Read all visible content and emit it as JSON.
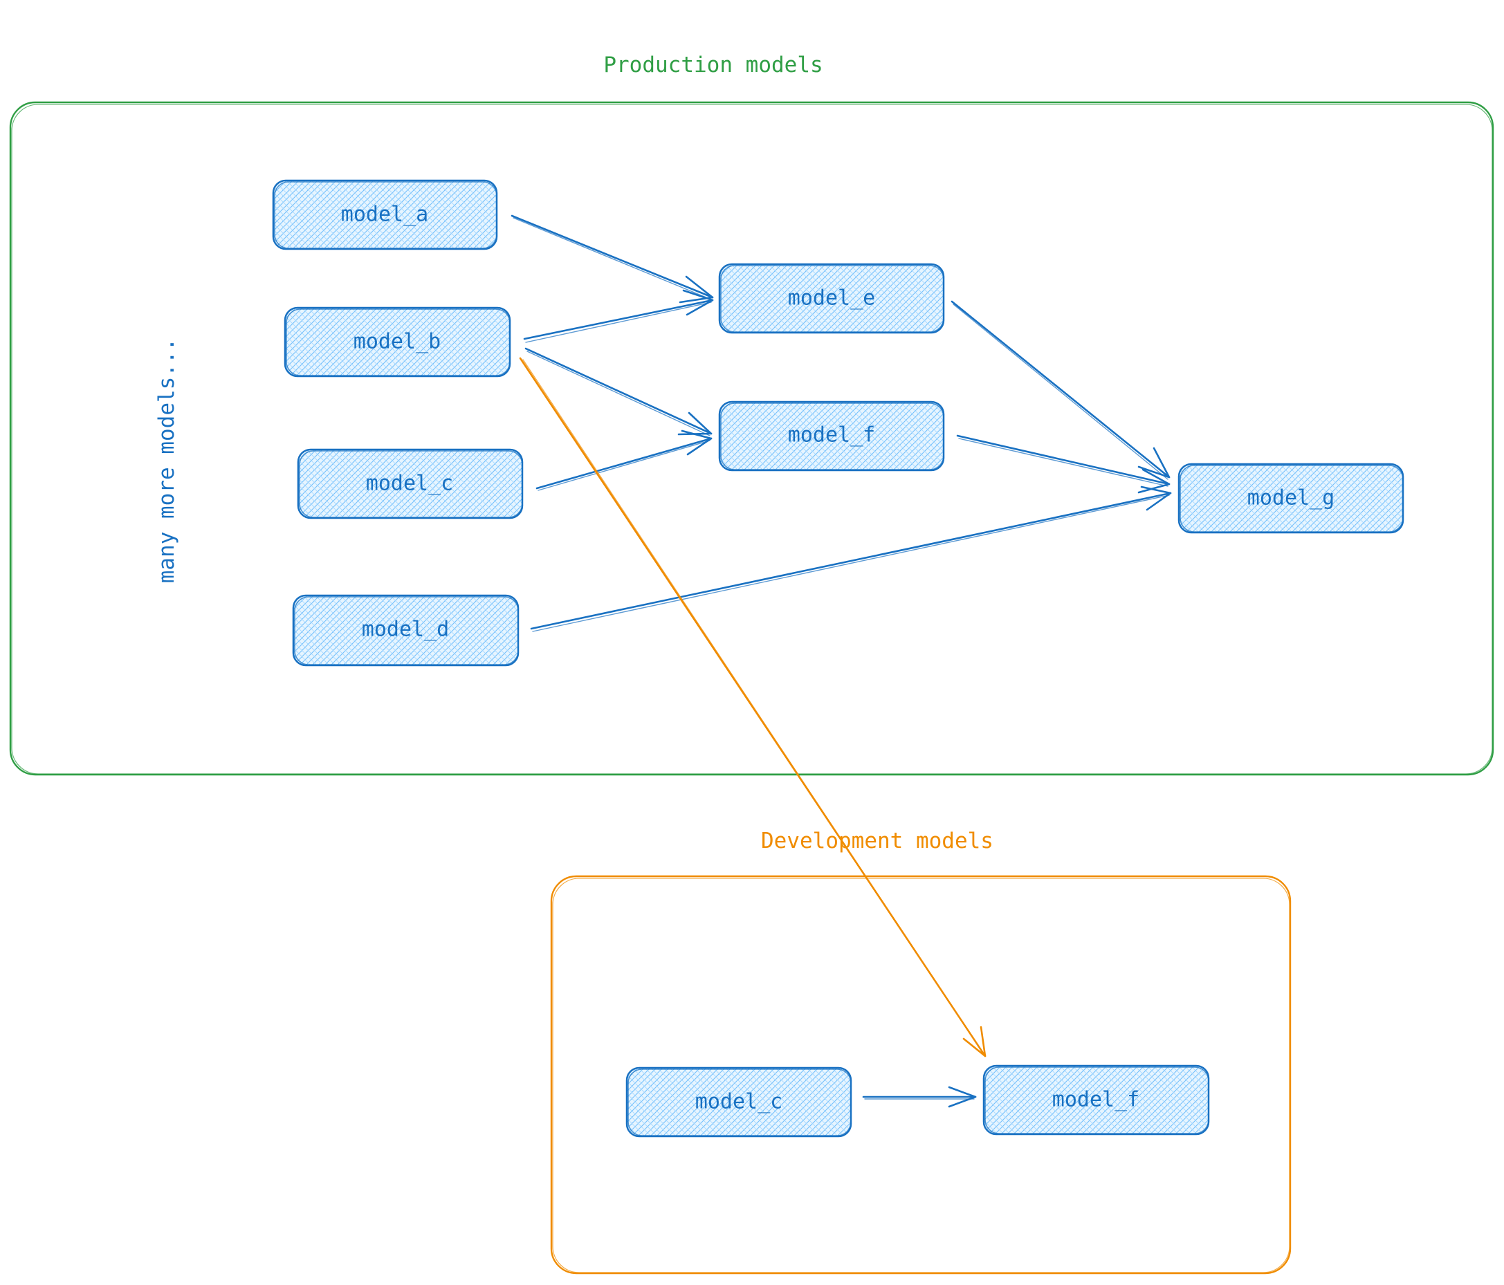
{
  "groups": {
    "production": {
      "title": "Production models",
      "color": "#2f9e44",
      "note": "many more models..."
    },
    "development": {
      "title": "Development models",
      "color": "#f08c00"
    }
  },
  "nodes": {
    "prod_a": "model_a",
    "prod_b": "model_b",
    "prod_c": "model_c",
    "prod_d": "model_d",
    "prod_e": "model_e",
    "prod_f": "model_f",
    "prod_g": "model_g",
    "dev_c": "model_c",
    "dev_f": "model_f"
  },
  "edges": [
    {
      "from": "prod_a",
      "to": "prod_e"
    },
    {
      "from": "prod_b",
      "to": "prod_e"
    },
    {
      "from": "prod_b",
      "to": "prod_f"
    },
    {
      "from": "prod_c",
      "to": "prod_f"
    },
    {
      "from": "prod_d",
      "to": "prod_g"
    },
    {
      "from": "prod_e",
      "to": "prod_g"
    },
    {
      "from": "prod_f",
      "to": "prod_g"
    },
    {
      "from": "dev_c",
      "to": "dev_f"
    },
    {
      "from": "prod_b",
      "to": "dev_f",
      "style": "cross-environment"
    }
  ],
  "colors": {
    "node_stroke": "#1971c2",
    "node_fill": "#a5d8ff",
    "edge_blue": "#1971c2",
    "edge_orange": "#f08c00"
  }
}
